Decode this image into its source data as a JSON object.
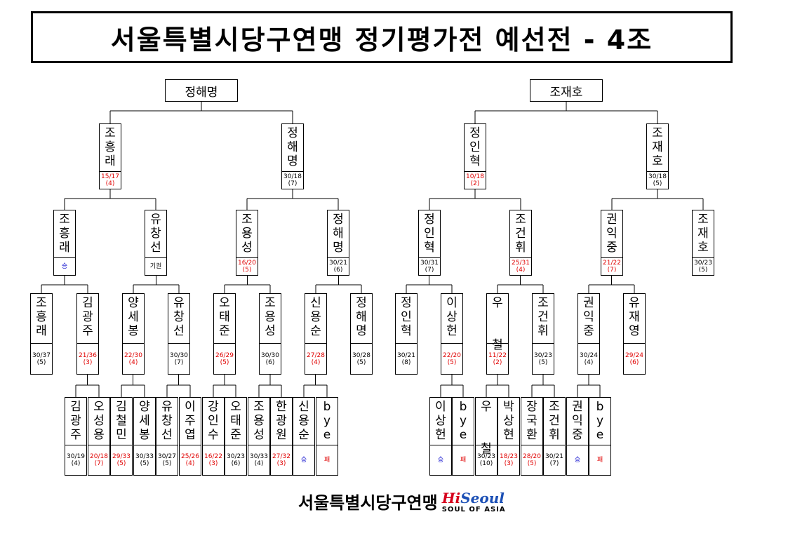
{
  "title": "서울특별시당구연맹 정기평가전 예선전 - 4조",
  "footer": {
    "org": "서울특별시당구연맹",
    "logo_hi": "Hi",
    "logo_seoul": "Seoul",
    "logo_tag": "SOUL OF ASIA"
  },
  "colors": {
    "loss": "#e00000",
    "win_mark": "#1a1ad0",
    "line": "#000000"
  },
  "winners": [
    "정해명",
    "조재호"
  ],
  "round1": [
    {
      "name": "김광주",
      "score": "30/19",
      "inn": "(4)",
      "type": "blk"
    },
    {
      "name": "오성용",
      "score": "20/18",
      "inn": "(7)",
      "type": "red"
    },
    {
      "name": "김철민",
      "score": "29/33",
      "inn": "(5)",
      "type": "red"
    },
    {
      "name": "양세봉",
      "score": "30/33",
      "inn": "(5)",
      "type": "blk"
    },
    {
      "name": "유창선",
      "score": "30/27",
      "inn": "(5)",
      "type": "blk"
    },
    {
      "name": "이주엽",
      "score": "25/26",
      "inn": "(4)",
      "type": "red"
    },
    {
      "name": "강인수",
      "score": "16/22",
      "inn": "(3)",
      "type": "red"
    },
    {
      "name": "오태준",
      "score": "30/23",
      "inn": "(6)",
      "type": "blk"
    },
    {
      "name": "조용성",
      "score": "30/33",
      "inn": "(4)",
      "type": "blk"
    },
    {
      "name": "한광원",
      "score": "27/32",
      "inn": "(3)",
      "type": "red"
    },
    {
      "name": "신용순",
      "score": "승",
      "inn": "",
      "type": "blue"
    },
    {
      "name": "bye",
      "score": "패",
      "inn": "",
      "type": "red"
    },
    {
      "name": "이상헌",
      "score": "승",
      "inn": "",
      "type": "blue"
    },
    {
      "name": "bye",
      "score": "패",
      "inn": "",
      "type": "red"
    },
    {
      "name": "우  철",
      "score": "30/23",
      "inn": "(10)",
      "type": "blk"
    },
    {
      "name": "박상현",
      "score": "18/23",
      "inn": "(3)",
      "type": "red"
    },
    {
      "name": "장국환",
      "score": "28/20",
      "inn": "(5)",
      "type": "red"
    },
    {
      "name": "조건휘",
      "score": "30/21",
      "inn": "(7)",
      "type": "blk"
    },
    {
      "name": "권익중",
      "score": "승",
      "inn": "",
      "type": "blue"
    },
    {
      "name": "bye",
      "score": "패",
      "inn": "",
      "type": "red"
    }
  ],
  "round2": [
    {
      "name": "조흥래",
      "score": "30/37",
      "inn": "(5)",
      "type": "blk"
    },
    {
      "name": "김광주",
      "score": "21/36",
      "inn": "(3)",
      "type": "red"
    },
    {
      "name": "양세봉",
      "score": "22/30",
      "inn": "(4)",
      "type": "red"
    },
    {
      "name": "유창선",
      "score": "30/30",
      "inn": "(7)",
      "type": "blk"
    },
    {
      "name": "오태준",
      "score": "26/29",
      "inn": "(5)",
      "type": "red"
    },
    {
      "name": "조용성",
      "score": "30/30",
      "inn": "(6)",
      "type": "blk"
    },
    {
      "name": "신용순",
      "score": "27/28",
      "inn": "(4)",
      "type": "red"
    },
    {
      "name": "정해명",
      "score": "30/28",
      "inn": "(5)",
      "type": "blk"
    },
    {
      "name": "정인혁",
      "score": "30/21",
      "inn": "(8)",
      "type": "blk"
    },
    {
      "name": "이상헌",
      "score": "22/20",
      "inn": "(5)",
      "type": "red"
    },
    {
      "name": "우  철",
      "score": "11/22",
      "inn": "(2)",
      "type": "red"
    },
    {
      "name": "조건휘",
      "score": "30/23",
      "inn": "(5)",
      "type": "blk"
    },
    {
      "name": "권익중",
      "score": "30/24",
      "inn": "(4)",
      "type": "blk"
    },
    {
      "name": "유재영",
      "score": "29/24",
      "inn": "(6)",
      "type": "red"
    }
  ],
  "round3": [
    {
      "name": "조흥래",
      "score": "승",
      "inn": "",
      "type": "blue"
    },
    {
      "name": "유창선",
      "score": "기권",
      "inn": "",
      "type": "blk"
    },
    {
      "name": "조용성",
      "score": "16/20",
      "inn": "(5)",
      "type": "red"
    },
    {
      "name": "정해명",
      "score": "30/21",
      "inn": "(6)",
      "type": "blk"
    },
    {
      "name": "정인혁",
      "score": "30/31",
      "inn": "(7)",
      "type": "blk"
    },
    {
      "name": "조건휘",
      "score": "25/31",
      "inn": "(4)",
      "type": "red"
    },
    {
      "name": "권익중",
      "score": "21/22",
      "inn": "(7)",
      "type": "red"
    },
    {
      "name": "조재호",
      "score": "30/23",
      "inn": "(5)",
      "type": "blk"
    }
  ],
  "round4": [
    {
      "name": "조흥래",
      "score": "15/17",
      "inn": "(4)",
      "type": "red"
    },
    {
      "name": "정해명",
      "score": "30/18",
      "inn": "(7)",
      "type": "blk"
    },
    {
      "name": "정인혁",
      "score": "10/18",
      "inn": "(2)",
      "type": "red"
    },
    {
      "name": "조재호",
      "score": "30/18",
      "inn": "(5)",
      "type": "blk"
    }
  ]
}
